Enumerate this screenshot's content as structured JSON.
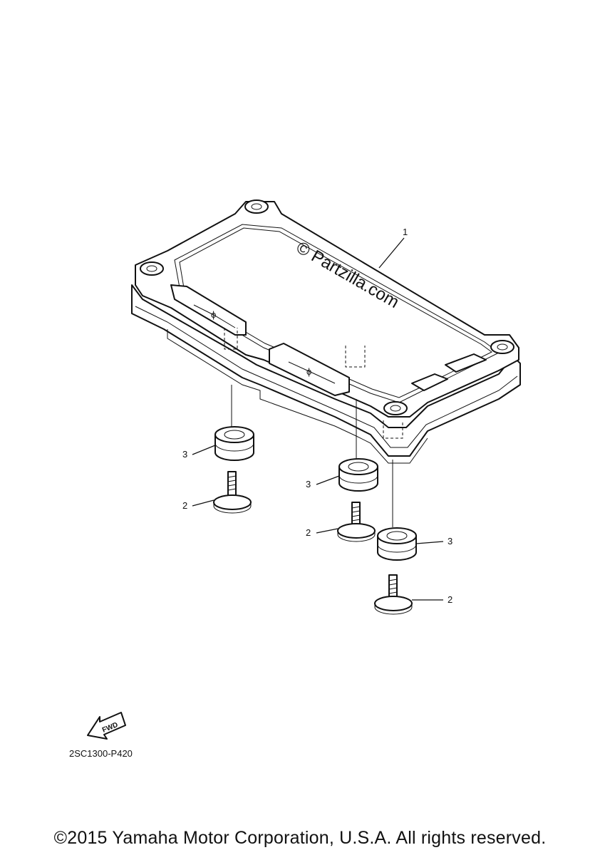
{
  "diagram": {
    "watermark": "© Partzilla.com",
    "diagram_code": "2SC1300-P420",
    "fwd_label": "FWD",
    "callouts": [
      {
        "id": "c1",
        "label": "1"
      },
      {
        "id": "c3a",
        "label": "3"
      },
      {
        "id": "c2a",
        "label": "2"
      },
      {
        "id": "c3b",
        "label": "3"
      },
      {
        "id": "c2b",
        "label": "2"
      },
      {
        "id": "c3c",
        "label": "3"
      },
      {
        "id": "c2c",
        "label": "2"
      }
    ]
  },
  "footer": {
    "copyright": "©2015 Yamaha Motor Corporation, U.S.A. All rights reserved."
  }
}
